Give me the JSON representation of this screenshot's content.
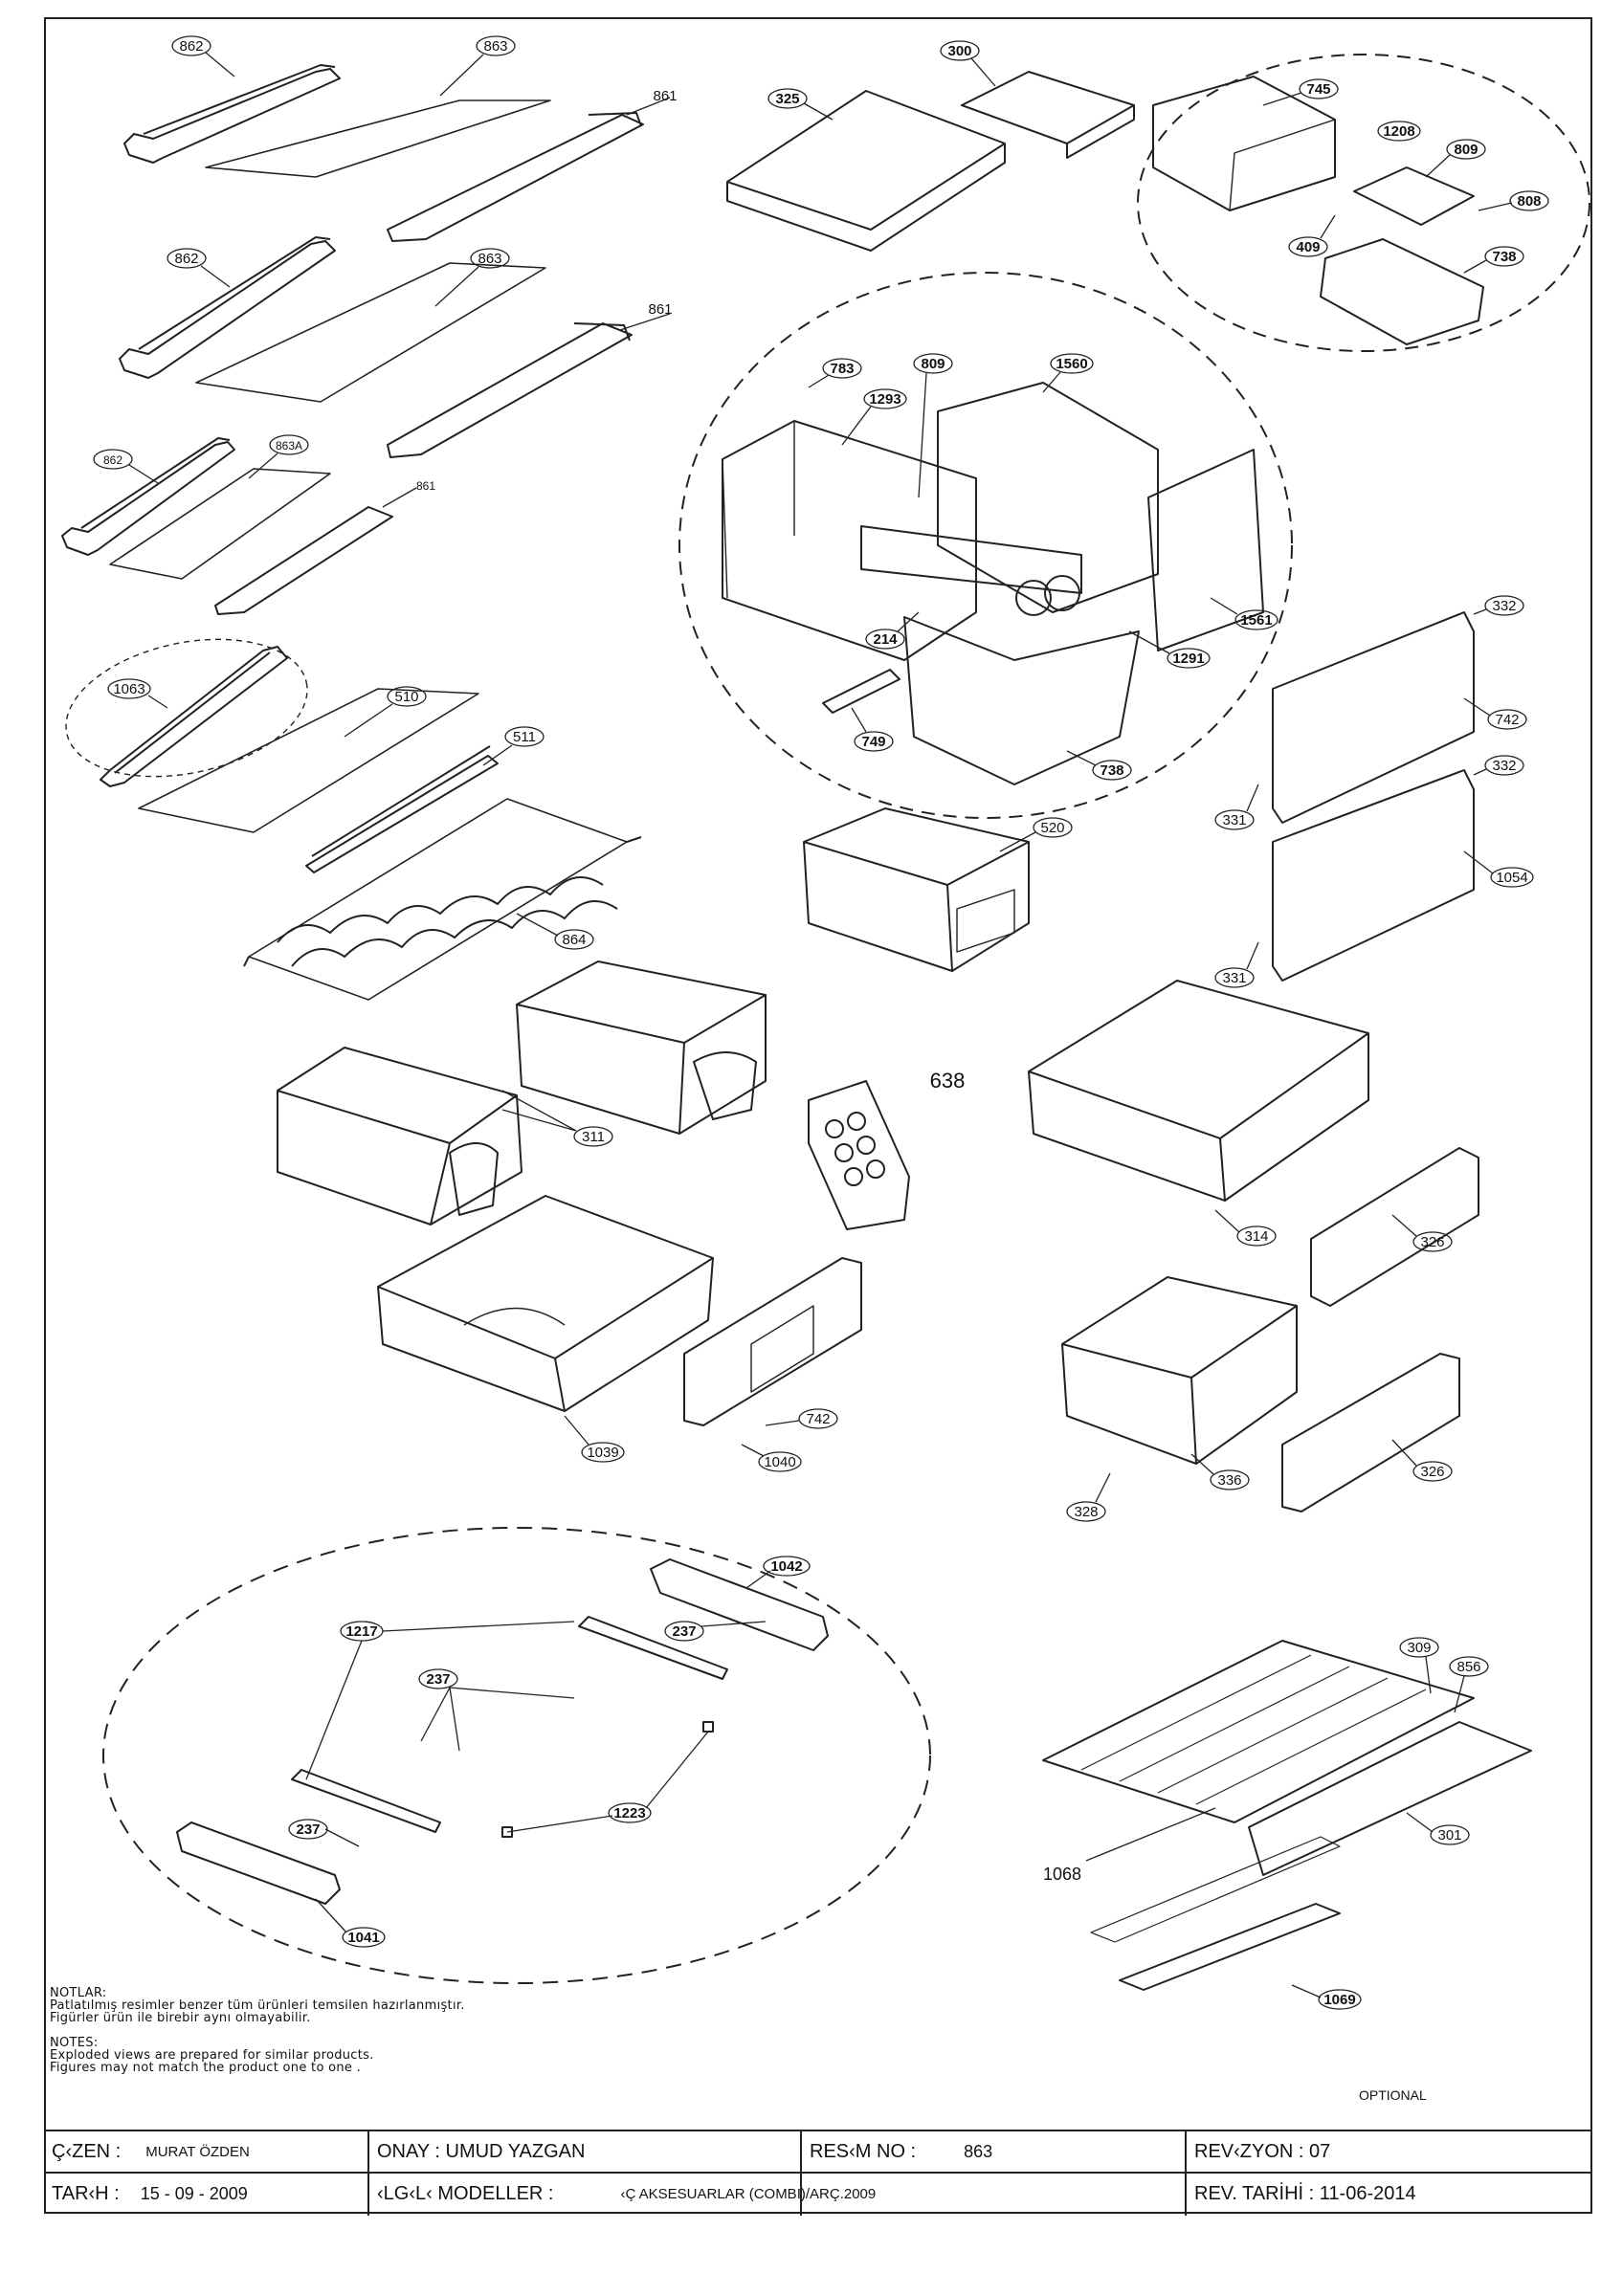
{
  "document_title": "Exploded view – refrigerator accessories",
  "part_labels": {
    "p862a": "862",
    "p863a": "863",
    "p861a": "861",
    "p862b": "862",
    "p863b": "863",
    "p861b": "861",
    "p862c": "862",
    "p863c": "863A",
    "p861c": "861",
    "p1063": "1063",
    "p510": "510",
    "p511": "511",
    "p864": "864",
    "p311": "311",
    "p325": "325",
    "p300": "300",
    "p745": "745",
    "p1208": "1208",
    "p809a": "809",
    "p808": "808",
    "p409": "409",
    "p738a": "738",
    "p783": "783",
    "p1293": "1293",
    "p809b": "809",
    "p1560": "1560",
    "p214": "214",
    "p1291": "1291",
    "p1561": "1561",
    "p749": "749",
    "p738b": "738",
    "p520": "520",
    "p332a": "332",
    "p742a": "742",
    "p331a": "331",
    "p332b": "332",
    "p1054": "1054",
    "p331b": "331",
    "p638": "638",
    "p314": "314",
    "p326a": "326",
    "p1039": "1039",
    "p742b": "742",
    "p1040": "1040",
    "p328": "328",
    "p336": "336",
    "p326b": "326",
    "p1042": "1042",
    "p237a": "237",
    "p1217": "1217",
    "p237b": "237",
    "p1223": "1223",
    "p237c": "237",
    "p1041": "1041",
    "p309": "309",
    "p856": "856",
    "p301": "301",
    "p1068": "1068",
    "p1069": "1069"
  },
  "notes": {
    "tr_heading": "NOTLAR:",
    "tr_line1": "Patlatılmış  resimler benzer tüm ürünleri temsilen  hazırlanmıştır.",
    "tr_line2": "Figürler ürün ile birebir aynı olmayabilir.",
    "en_heading": "NOTES:",
    "en_line1": "Exploded views are prepared for similar products.",
    "en_line2": "Figures  may not match the product one to one ."
  },
  "optional_label": "OPTIONAL",
  "title_block": {
    "drawn_label": "Ç‹ZEN :",
    "drawn_value": "MURAT ÖZDEN",
    "approved": "ONAY : UMUD YAZGAN",
    "drawing_no_label": "RES‹M NO :",
    "drawing_no_value": "863",
    "revision": "REV‹ZYON : 07",
    "date_label": "TAR‹H :",
    "date_value": "15 - 09 - 2009",
    "models_label": "‹LG‹L‹ MODELLER :",
    "models_value": "‹Ç AKSESUARLAR (COMBI)/ARÇ.2009",
    "rev_date": "REV. TARİHİ : 11-06-2014"
  }
}
